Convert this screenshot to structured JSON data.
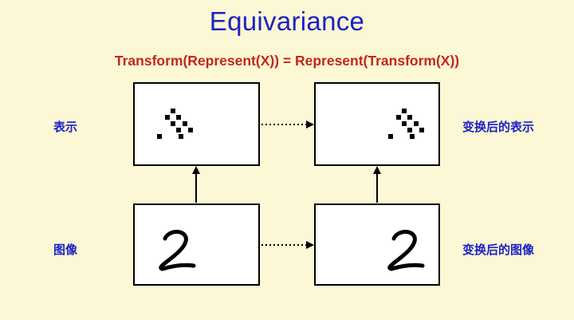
{
  "title": "Equivariance",
  "equation": "Transform(Represent(X)) = Represent(Transform(X))",
  "labels": {
    "top_left": "表示",
    "top_right": "变换后的表示",
    "bottom_left": "图像",
    "bottom_right": "变换后的图像"
  },
  "digit": "2",
  "colors": {
    "background": "#fcf7d4",
    "title": "#1d22c4",
    "equation": "#c0281e",
    "label": "#1d22c4",
    "box_border": "#000000",
    "box_fill": "#ffffff",
    "arrow": "#000000",
    "pixel": "#000000"
  },
  "icons": {
    "solid_arrow": "arrow-up-icon",
    "dotted_arrow": "dotted-arrow-right-icon"
  }
}
